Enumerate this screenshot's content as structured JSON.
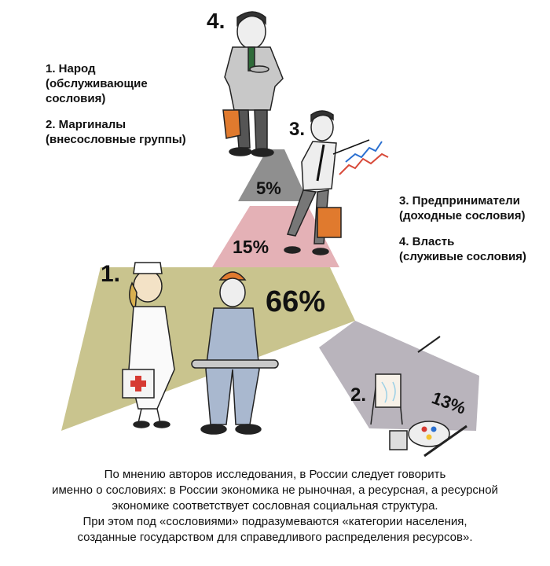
{
  "legend_left": [
    {
      "title": "1. Народ",
      "subtitle": "(обслуживающие",
      "subtitle2": "сословия)"
    },
    {
      "title": "2. Маргиналы",
      "subtitle": "(внесословные группы)"
    }
  ],
  "legend_right": [
    {
      "title": "3. Предприниматели",
      "subtitle": "(доходные сословия)"
    },
    {
      "title": "4. Власть",
      "subtitle": "(служивые сословия)"
    }
  ],
  "tiers": {
    "t5": {
      "label": "5%",
      "marker": "4.",
      "color": "#8e8e8e"
    },
    "t15": {
      "label": "15%",
      "marker": "3.",
      "color": "#e2aeb2"
    },
    "t66": {
      "label": "66%",
      "marker": "1.",
      "color": "#c9c48e"
    },
    "t13": {
      "label": "13%",
      "marker": "2.",
      "color": "#b7b3bb"
    }
  },
  "caption": [
    "По мнению авторов исследования, в России следует говорить",
    "именно о сословиях: в России экономика не рыночная, а ресурсная, а ресурсной",
    "экономике соответствует сословная социальная структура.",
    "При этом под «сословиями» подразумеваются «категории населения,",
    "созданные государством для справедливого распределения ресурсов»."
  ]
}
